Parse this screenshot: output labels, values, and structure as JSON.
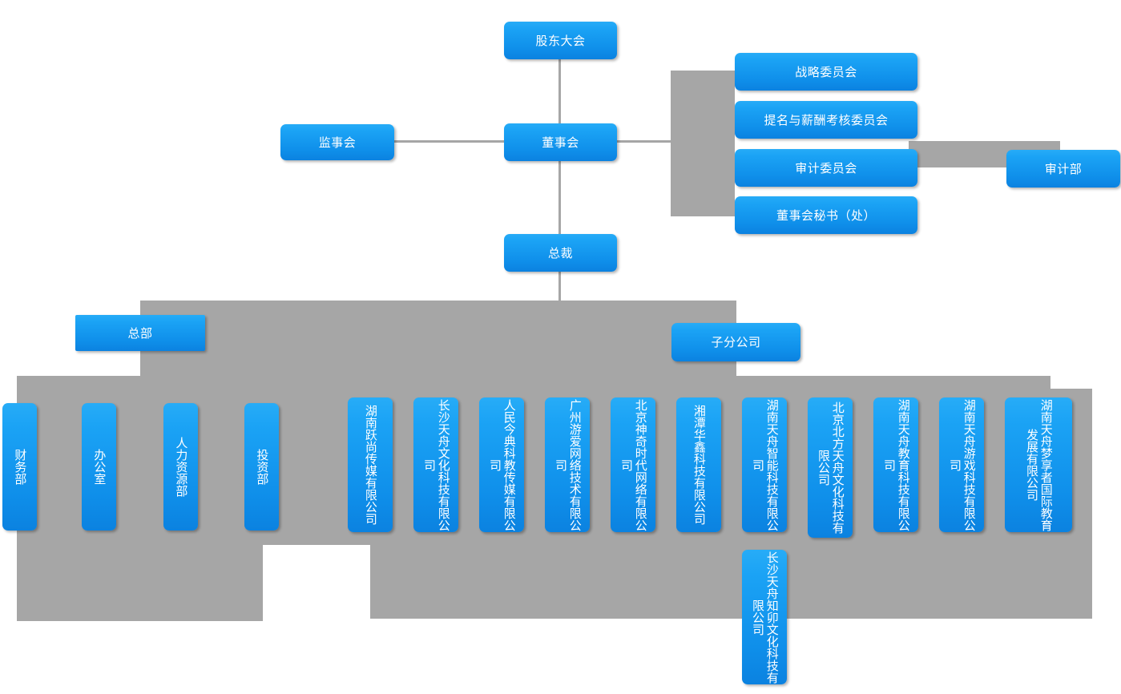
{
  "meta": {
    "title": "公司组织结构图",
    "accent_color": "#1ba3f5",
    "accent_color_deep": "#0b82e0",
    "connector_color": "#a6a6a6",
    "background_color": "#ffffff",
    "text_color": "#ffffff"
  },
  "governance": {
    "shareholders_meeting": "股东大会",
    "board_of_directors": "董事会",
    "board_of_supervisors": "监事会",
    "president": "总裁",
    "audit_department": "审计部"
  },
  "committees": [
    {
      "label": "战略委员会"
    },
    {
      "label": "提名与薪酬考核委员会"
    },
    {
      "label": "审计委员会"
    },
    {
      "label": "董事会秘书（处）"
    }
  ],
  "groups": {
    "headquarters": "总部",
    "subsidiaries": "子分公司"
  },
  "departments": [
    {
      "label": "财务部"
    },
    {
      "label": "办公室"
    },
    {
      "label": "人力资源部"
    },
    {
      "label": "投资部"
    }
  ],
  "subsidiaries": [
    {
      "label": "湖南跃尚传媒有限公司"
    },
    {
      "label": "长沙天舟文化科技有限公司"
    },
    {
      "label": "人民今典科教传媒有限公司"
    },
    {
      "label": "广州游爱网络技术有限公司"
    },
    {
      "label": "北京神奇时代网络有限公司"
    },
    {
      "label": "湘潭华鑫科技有限公司"
    },
    {
      "label": "湖南天舟智能科技有限公司"
    },
    {
      "label": "北京北方天舟文化科技有限公司"
    },
    {
      "label": "湖南天舟教育科技有限公司"
    },
    {
      "label": "湖南天舟游戏科技有限公司"
    },
    {
      "label": "湖南天舟梦享者国际教育发展有限公司"
    }
  ],
  "subsidiaries_row2": [
    {
      "label": "长沙天舟知卯文化科技有限公司"
    }
  ]
}
